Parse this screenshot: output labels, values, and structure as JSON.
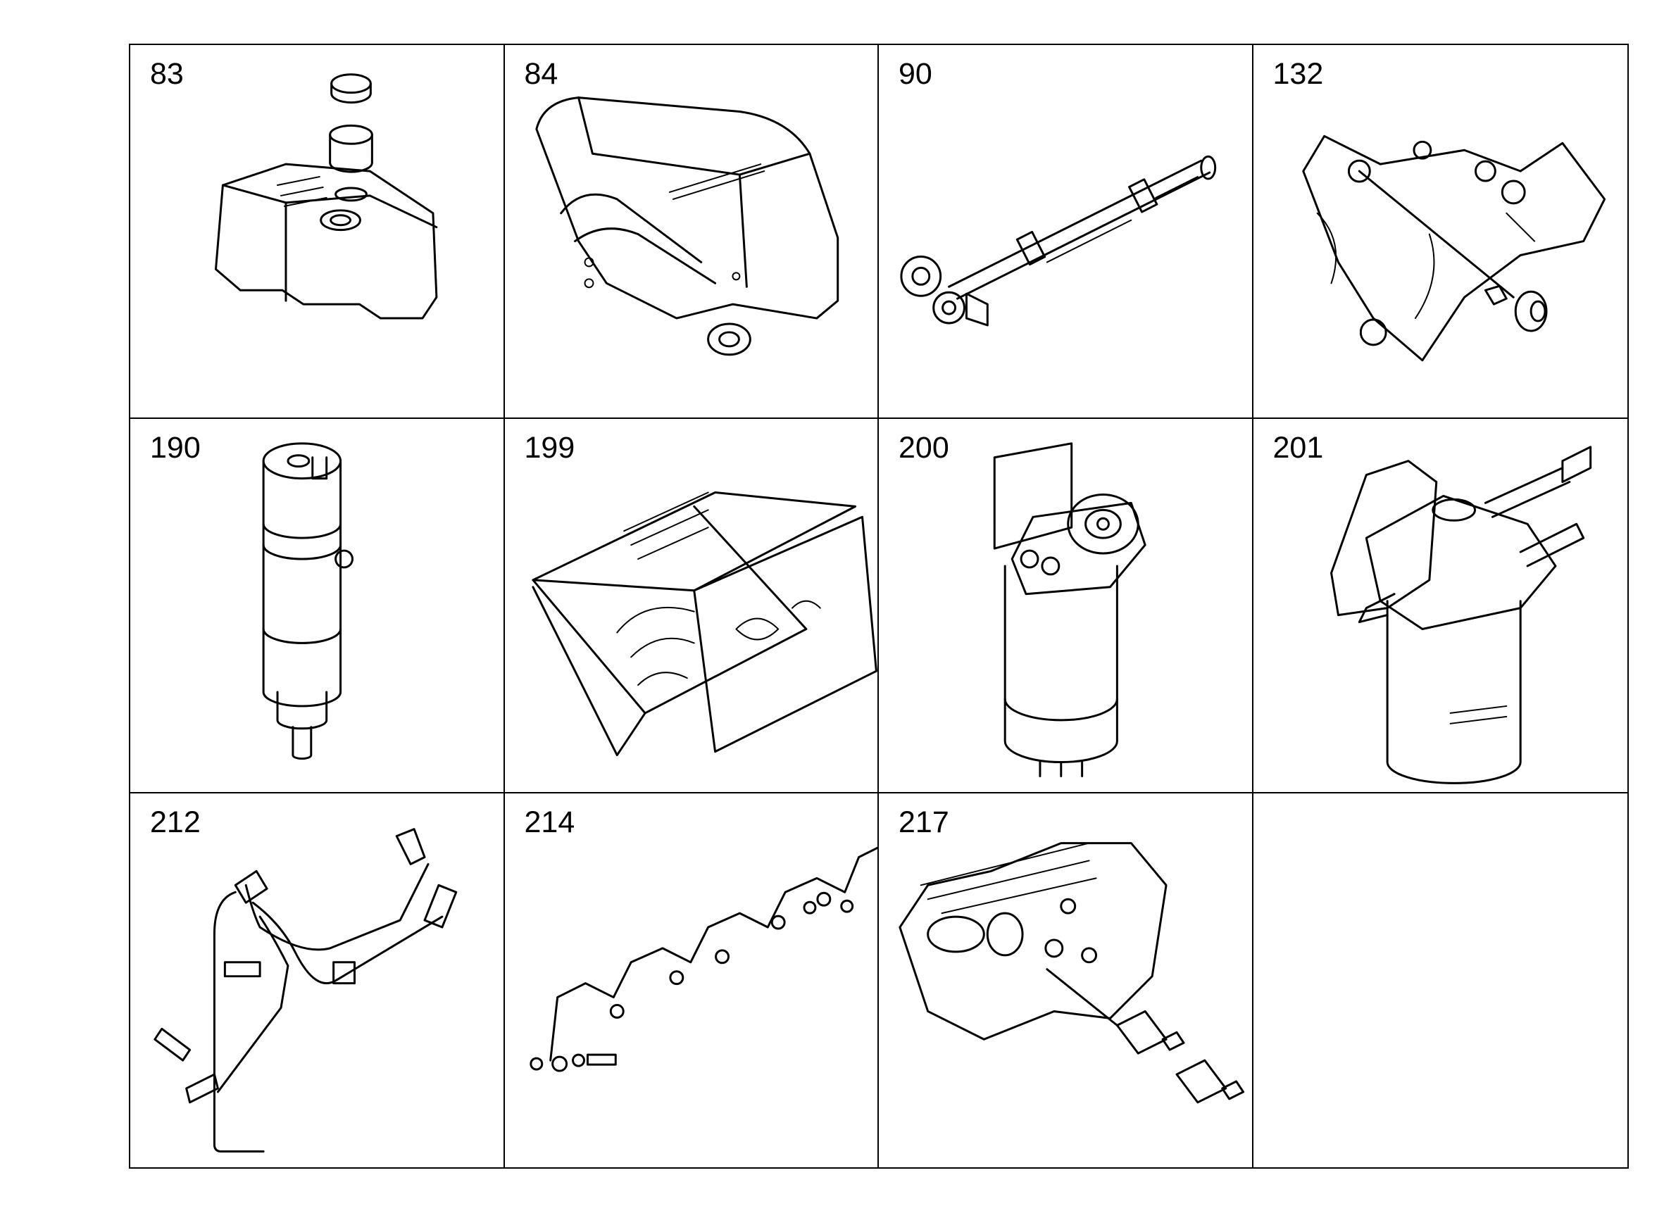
{
  "parts": [
    {
      "number": "83",
      "icon": "valve-cover-icon"
    },
    {
      "number": "84",
      "icon": "intake-manifold-icon"
    },
    {
      "number": "90",
      "icon": "oil-pump-shaft-icon"
    },
    {
      "number": "132",
      "icon": "engine-block-plug-icon"
    },
    {
      "number": "190",
      "icon": "fuel-injector-icon"
    },
    {
      "number": "199",
      "icon": "gasket-kit-package-icon"
    },
    {
      "number": "200",
      "icon": "fuel-filter-icon"
    },
    {
      "number": "201",
      "icon": "fuel-filter-housing-icon"
    },
    {
      "number": "212",
      "icon": "fuel-pipes-icon"
    },
    {
      "number": "214",
      "icon": "injection-lines-icon"
    },
    {
      "number": "217",
      "icon": "fuel-fittings-icon"
    },
    {
      "number": "",
      "icon": ""
    }
  ]
}
